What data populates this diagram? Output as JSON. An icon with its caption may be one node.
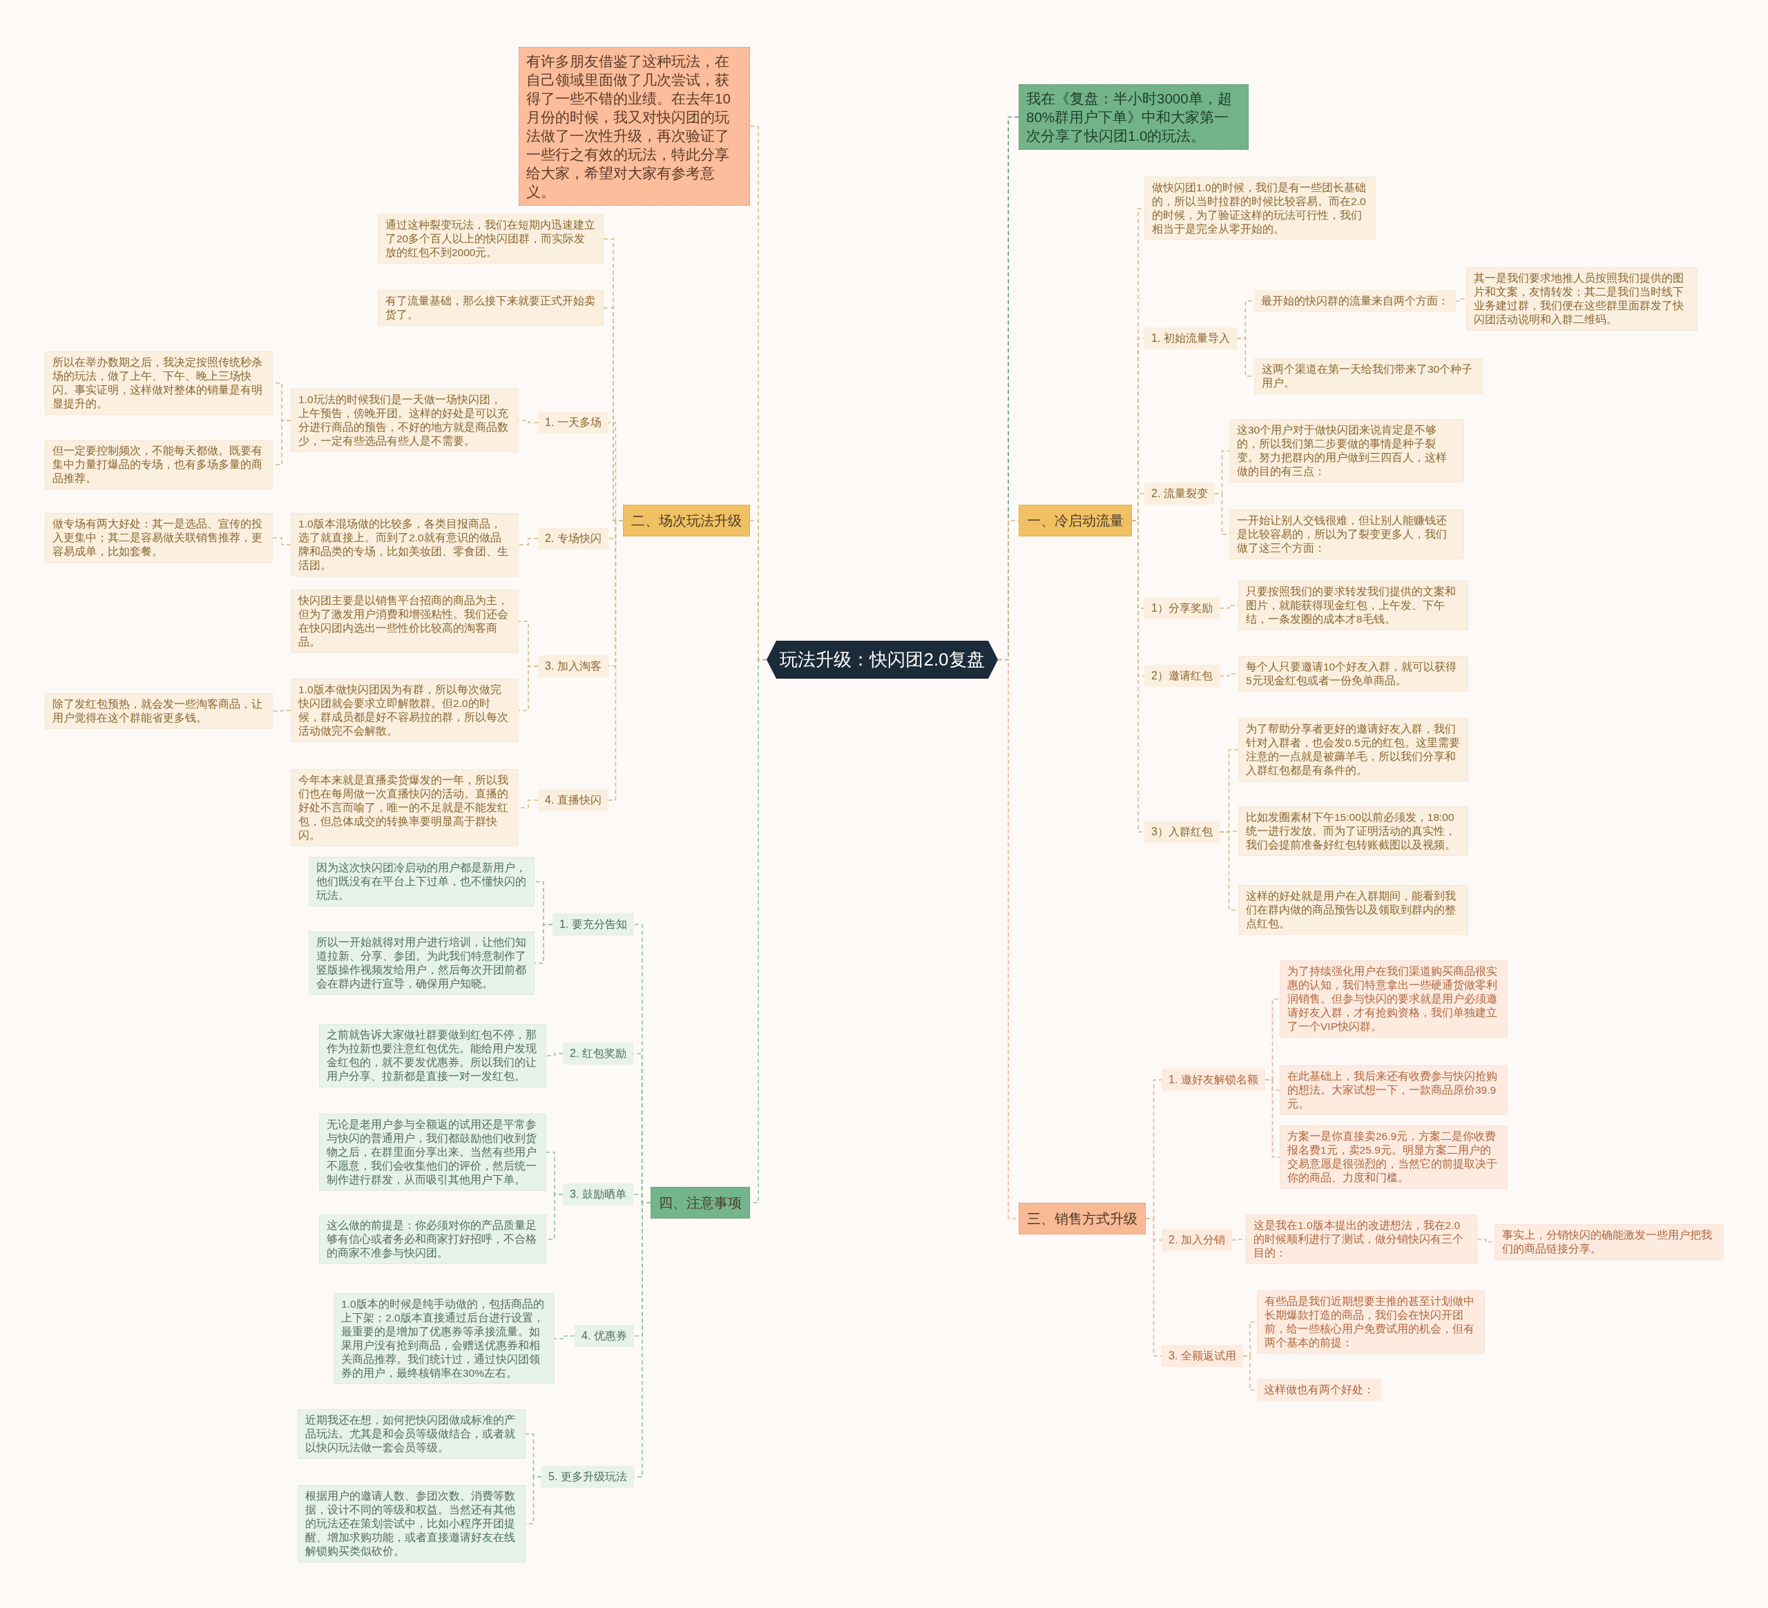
{
  "diagram": {
    "nodes": [
      {
        "text": [
          "玩法升级：快闪团2.0复盘"
        ]
      },
      {
        "text": [
          "有许多朋友借鉴了这种玩法，在自己领域里面做了几次尝试，获得了一些不错的业绩。在去年10月份的时候，我又对快闪团的玩法做了一次性升级，再次验证了一些行之有效的玩法，特此分享给大家，希望对大家有参考意义。"
        ]
      },
      {
        "text": [
          "二、场次玩法升级"
        ]
      },
      {
        "text": [
          "通过这种裂变玩法，我们在短期内迅速建立了20多个百人以上的快闪团群，而实际发放的红包不到2000元。"
        ]
      },
      {
        "text": [
          "有了流量基础，那么接下来就要正式开始卖货了。"
        ]
      },
      {
        "text": [
          "1. 一天多场"
        ]
      },
      {
        "text": [
          "1.0玩法的时候我们是一天做一场快闪团，上午预告，傍晚开团。这样的好处是可以充分进行商品的预告，不好的地方就是商品数少，一定有些选品有些人是不需要。"
        ]
      },
      {
        "text": [
          "所以在举办数期之后，我决定按照传统秒杀场的玩法，做了上午、下午、晚上三场快闪。事实证明，这样做对整体的销量是有明显提升的。"
        ]
      },
      {
        "text": [
          "但一定要控制频次，不能每天都做。既要有集中力量打爆品的专场，也有多场多量的商品推荐。"
        ]
      },
      {
        "text": [
          "2. 专场快闪"
        ]
      },
      {
        "text": [
          "1.0版本混场做的比较多，各类目报商品，选了就直接上。而到了2.0就有意识的做品牌和品类的专场，比如美妆团、零食团、生活团。"
        ]
      },
      {
        "text": [
          "做专场有两大好处：其一是选品、宣传的投入更集中；其二是容易做关联销售推荐，更容易成单，比如套餐。"
        ]
      },
      {
        "text": [
          "3. 加入淘客"
        ]
      },
      {
        "text": [
          "快闪团主要是以销售平台招商的商品为主，但为了激发用户消费和增强粘性。我们还会在快闪团内选出一些性价比较高的淘客商品。"
        ]
      },
      {
        "text": [
          "1.0版本做快闪团因为有群，所以每次做完快闪团就会要求立即解散群。但2.0的时候，群成员都是好不容易拉的群，所以每次活动做完不会解散。"
        ]
      },
      {
        "text": [
          "除了发红包预热，就会发一些淘客商品，让用户觉得在这个群能省更多钱。"
        ]
      },
      {
        "text": [
          "4. 直播快闪"
        ]
      },
      {
        "text": [
          "今年本来就是直播卖货爆发的一年，所以我们也在每周做一次直播快闪的活动。直播的好处不言而喻了，唯一的不足就是不能发红包，但总体成交的转换率要明显高于群快闪。"
        ]
      },
      {
        "text": [
          "四、注意事项"
        ]
      },
      {
        "text": [
          "1. 要充分告知"
        ]
      },
      {
        "text": [
          "因为这次快闪团冷启动的用户都是新用户，他们既没有在平台上下过单，也不懂快闪的玩法。"
        ]
      },
      {
        "text": [
          "所以一开始就得对用户进行培训，让他们知道拉新、分享、参团。为此我们特意制作了竖版操作视频发给用户，然后每次开团前都会在群内进行宣导，确保用户知晓。"
        ]
      },
      {
        "text": [
          "2. 红包奖励"
        ]
      },
      {
        "text": [
          "之前就告诉大家做社群要做到红包不停，那作为拉新也要注意红包优先。能给用户发现金红包的，就不要发优惠券。所以我们的让用户分享、拉新都是直接一对一发红包。"
        ]
      },
      {
        "text": [
          "3. 鼓励晒单"
        ]
      },
      {
        "text": [
          "无论是老用户参与全额返的试用还是平常参与快闪的普通用户，我们都鼓励他们收到货物之后，在群里面分享出来。当然有些用户不愿意，我们会收集他们的评价，然后统一制作进行群发，从而吸引其他用户下单。"
        ]
      },
      {
        "text": [
          "这么做的前提是：你必须对你的产品质量足够有信心或者务必和商家打好招呼，不合格的商家不准参与快闪团。"
        ]
      },
      {
        "text": [
          "4. 优惠券"
        ]
      },
      {
        "text": [
          "1.0版本的时候是纯手动做的，包括商品的上下架；2.0版本直接通过后台进行设置，最重要的是增加了优惠券等承接流量。如果用户没有抢到商品，会赠送优惠券和相关商品推荐。我们统计过，通过快闪团领券的用户，最终核销率在30%左右。"
        ]
      },
      {
        "text": [
          "5. 更多升级玩法"
        ]
      },
      {
        "text": [
          "近期我还在想，如何把快闪团做成标准的产品玩法。尤其是和会员等级做结合，或者就以快闪玩法做一套会员等级。"
        ]
      },
      {
        "text": [
          "根据用户的邀请人数、参团次数、消费等数据，设计不同的等级和权益。当然还有其他的玩法还在策划尝试中，比如小程序开团提醒、增加求购功能，或者直接邀请好友在线解锁购买类似砍价。"
        ]
      },
      {
        "text": [
          "我在《复盘：半小时3000单，超80%群用户下单》中和大家第一次分享了快闪团1.0的玩法。"
        ]
      },
      {
        "text": [
          "一、冷启动流量"
        ]
      },
      {
        "text": [
          "做快闪团1.0的时候，我们是有一些团长基础的，所以当时拉群的时候比较容易。而在2.0的时候，为了验证这样的玩法可行性，我们相当于是完全从零开始的。"
        ]
      },
      {
        "text": [
          "1. 初始流量导入"
        ]
      },
      {
        "text": [
          "最开始的快闪群的流量来自两个方面："
        ]
      },
      {
        "text": [
          "其一是我们要求地推人员按照我们提供的图片和文案，友情转发；其二是我们当时线下业务建过群，我们便在这些群里面群发了快闪团活动说明和入群二维码。"
        ]
      },
      {
        "text": [
          "这两个渠道在第一天给我们带来了30个种子用户。"
        ]
      },
      {
        "text": [
          "2. 流量裂变"
        ]
      },
      {
        "text": [
          "这30个用户对于做快闪团来说肯定是不够的，所以我们第二步要做的事情是种子裂变。努力把群内的用户做到三四百人，这样做的目的有三点："
        ]
      },
      {
        "text": [
          "一开始让别人交钱很难，但让别人能赚钱还是比较容易的，所以为了裂变更多人，我们做了这三个方面："
        ]
      },
      {
        "text": [
          "1）分享奖励"
        ]
      },
      {
        "text": [
          "只要按照我们的要求转发我们提供的文案和图片，就能获得现金红包，上午发、下午结，一条发圈的成本才8毛钱。"
        ]
      },
      {
        "text": [
          "2）邀请红包"
        ]
      },
      {
        "text": [
          "每个人只要邀请10个好友入群，就可以获得5元现金红包或者一份免单商品。"
        ]
      },
      {
        "text": [
          "3）入群红包"
        ]
      },
      {
        "text": [
          "为了帮助分享者更好的邀请好友入群，我们针对入群者，也会发0.5元的红包。这里需要注意的一点就是被薅羊毛，所以我们分享和入群红包都是有条件的。"
        ]
      },
      {
        "text": [
          "比如发圈素材下午15:00以前必须发，18:00统一进行发放。而为了证明活动的真实性，我们会提前准备好红包转账截图以及视频。"
        ]
      },
      {
        "text": [
          "这样的好处就是用户在入群期间，能看到我们在群内做的商品预告以及领取到群内的整点红包。"
        ]
      },
      {
        "text": [
          "三、销售方式升级"
        ]
      },
      {
        "text": [
          "1. 邀好友解锁名额"
        ]
      },
      {
        "text": [
          "为了持续强化用户在我们渠道购买商品很实惠的认知，我们特意拿出一些硬通货做零利润销售。但参与快闪的要求就是用户必须邀请好友入群，才有抢购资格，我们单独建立了一个VIP快闪群。"
        ]
      },
      {
        "text": [
          "在此基础上，我后来还有收费参与快闪抢购的想法。大家试想一下，一款商品原价39.9元。"
        ]
      },
      {
        "text": [
          "方案一是你直接卖26.9元，方案二是你收费报名费1元，卖25.9元。明显方案二用户的交易意愿是很强烈的，当然它的前提取决于你的商品、力度和门槛。"
        ]
      },
      {
        "text": [
          "2. 加入分销"
        ]
      },
      {
        "text": [
          "这是我在1.0版本提出的改进想法，我在2.0的时候顺利进行了测试，做分销快闪有三个目的："
        ]
      },
      {
        "text": [
          "事实上，分销快闪的确能激发一些用户把我们的商品链接分享。"
        ]
      },
      {
        "text": [
          "3. 全额返试用"
        ]
      },
      {
        "text": [
          "有些品是我们近期想要主推的甚至计划做中长期爆款打造的商品，我们会在快闪开团前，给一些核心用户免费试用的机会，但有两个基本的前提："
        ]
      },
      {
        "text": [
          "这样做也有两个好处："
        ]
      }
    ],
    "edges": [
      {
        "from": 0,
        "to": 1,
        "arrow": "none"
      },
      {
        "from": 0,
        "to": 2,
        "arrow": "none"
      },
      {
        "from": 2,
        "to": 3,
        "arrow": "none"
      },
      {
        "from": 2,
        "to": 4,
        "arrow": "none"
      },
      {
        "from": 2,
        "to": 5,
        "arrow": "none"
      },
      {
        "from": 5,
        "to": 6,
        "arrow": "none"
      },
      {
        "from": 6,
        "to": 7,
        "arrow": "none"
      },
      {
        "from": 6,
        "to": 8,
        "arrow": "none"
      },
      {
        "from": 2,
        "to": 9,
        "arrow": "none"
      },
      {
        "from": 9,
        "to": 10,
        "arrow": "none"
      },
      {
        "from": 10,
        "to": 11,
        "arrow": "none"
      },
      {
        "from": 2,
        "to": 12,
        "arrow": "none"
      },
      {
        "from": 12,
        "to": 13,
        "arrow": "none"
      },
      {
        "from": 12,
        "to": 14,
        "arrow": "none"
      },
      {
        "from": 14,
        "to": 15,
        "arrow": "none"
      },
      {
        "from": 2,
        "to": 16,
        "arrow": "none"
      },
      {
        "from": 16,
        "to": 17,
        "arrow": "none"
      },
      {
        "from": 0,
        "to": 18,
        "arrow": "none",
        "color": "#8cc5a0"
      },
      {
        "from": 18,
        "to": 19,
        "arrow": "none",
        "color": "#8cc5a0"
      },
      {
        "from": 19,
        "to": 20,
        "arrow": "none",
        "color": "#8cc5a0"
      },
      {
        "from": 19,
        "to": 21,
        "arrow": "none",
        "color": "#8cc5a0"
      },
      {
        "from": 18,
        "to": 22,
        "arrow": "none",
        "color": "#8cc5a0"
      },
      {
        "from": 22,
        "to": 23,
        "arrow": "none",
        "color": "#8cc5a0"
      },
      {
        "from": 18,
        "to": 24,
        "arrow": "none",
        "color": "#8cc5a0"
      },
      {
        "from": 24,
        "to": 25,
        "arrow": "none",
        "color": "#8cc5a0"
      },
      {
        "from": 24,
        "to": 26,
        "arrow": "none",
        "color": "#8cc5a0"
      },
      {
        "from": 18,
        "to": 27,
        "arrow": "none",
        "color": "#8cc5a0"
      },
      {
        "from": 27,
        "to": 28,
        "arrow": "none",
        "color": "#8cc5a0"
      },
      {
        "from": 18,
        "to": 29,
        "arrow": "none",
        "color": "#8cc5a0"
      },
      {
        "from": 29,
        "to": 30,
        "arrow": "none",
        "color": "#8cc5a0"
      },
      {
        "from": 29,
        "to": 31,
        "arrow": "none",
        "color": "#8cc5a0"
      },
      {
        "from": 0,
        "to": 32,
        "arrow": "none",
        "color": "#5c9a78"
      },
      {
        "from": 0,
        "to": 33,
        "arrow": "none"
      },
      {
        "from": 33,
        "to": 34,
        "arrow": "none"
      },
      {
        "from": 33,
        "to": 35,
        "arrow": "none"
      },
      {
        "from": 35,
        "to": 36,
        "arrow": "none"
      },
      {
        "from": 36,
        "to": 37,
        "arrow": "none"
      },
      {
        "from": 35,
        "to": 38,
        "arrow": "none"
      },
      {
        "from": 33,
        "to": 39,
        "arrow": "none"
      },
      {
        "from": 39,
        "to": 40,
        "arrow": "none"
      },
      {
        "from": 39,
        "to": 41,
        "arrow": "none"
      },
      {
        "from": 33,
        "to": 42,
        "arrow": "none"
      },
      {
        "from": 42,
        "to": 43,
        "arrow": "none"
      },
      {
        "from": 33,
        "to": 44,
        "arrow": "none"
      },
      {
        "from": 44,
        "to": 45,
        "arrow": "none"
      },
      {
        "from": 33,
        "to": 46,
        "arrow": "none"
      },
      {
        "from": 46,
        "to": 47,
        "arrow": "none"
      },
      {
        "from": 46,
        "to": 48,
        "arrow": "none"
      },
      {
        "from": 46,
        "to": 49,
        "arrow": "none"
      },
      {
        "from": 0,
        "to": 50,
        "arrow": "none",
        "color": "#f2b08f"
      },
      {
        "from": 50,
        "to": 51,
        "arrow": "none",
        "color": "#f2b08f"
      },
      {
        "from": 51,
        "to": 52,
        "arrow": "none",
        "color": "#f2b08f"
      },
      {
        "from": 51,
        "to": 53,
        "arrow": "none",
        "color": "#f2b08f"
      },
      {
        "from": 51,
        "to": 54,
        "arrow": "none",
        "color": "#f2b08f"
      },
      {
        "from": 50,
        "to": 55,
        "arrow": "none",
        "color": "#f2b08f"
      },
      {
        "from": 55,
        "to": 56,
        "arrow": "none",
        "color": "#f2b08f"
      },
      {
        "from": 56,
        "to": 57,
        "arrow": "none",
        "color": "#f2b08f"
      },
      {
        "from": 50,
        "to": 58,
        "arrow": "none",
        "color": "#f2b08f"
      },
      {
        "from": 58,
        "to": 59,
        "arrow": "none",
        "color": "#f2b08f"
      },
      {
        "from": 58,
        "to": 60,
        "arrow": "none",
        "color": "#f2b08f"
      }
    ]
  }
}
